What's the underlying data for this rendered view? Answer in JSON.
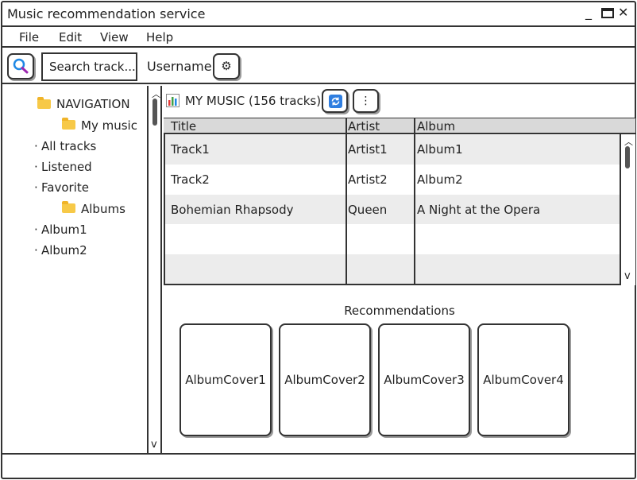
{
  "window": {
    "title": "Music recommendation service",
    "minimize": "_",
    "close": "✕"
  },
  "menu": [
    "File",
    "Edit",
    "View",
    "Help"
  ],
  "toolbar": {
    "search_placeholder": "Search track...",
    "username": "Username",
    "settings_glyph": "⚙"
  },
  "navigation": {
    "root": "NAVIGATION",
    "items": [
      {
        "label": "My music",
        "type": "folder"
      },
      {
        "label": "All tracks",
        "type": "bullet"
      },
      {
        "label": "Listened",
        "type": "bullet"
      },
      {
        "label": "Favorite",
        "type": "bullet"
      },
      {
        "label": "Albums",
        "type": "folder"
      },
      {
        "label": "Album1",
        "type": "bullet"
      },
      {
        "label": "Album2",
        "type": "bullet"
      }
    ],
    "bullet": "·"
  },
  "library": {
    "title": "MY MUSIC (156 tracks)",
    "more_glyph": "⋮",
    "columns": [
      "Title",
      "Artist",
      "Album"
    ],
    "rows": [
      [
        "Track1",
        "Artist1",
        "Album1"
      ],
      [
        "Track2",
        "Artist2",
        "Album2"
      ],
      [
        "Bohemian Rhapsody",
        "Queen",
        "A Night at the Opera"
      ]
    ]
  },
  "recommendations": {
    "title": "Recommendations",
    "items": [
      "AlbumCover1",
      "AlbumCover2",
      "AlbumCover3",
      "AlbumCover4"
    ]
  },
  "colors": {
    "border": "#333333",
    "row_alt": "#ececec",
    "header_bg": "#d9d9d9",
    "refresh_blue": "#2f7ee0",
    "folder": "#f7c948",
    "search_icon": "#1e88e5"
  }
}
